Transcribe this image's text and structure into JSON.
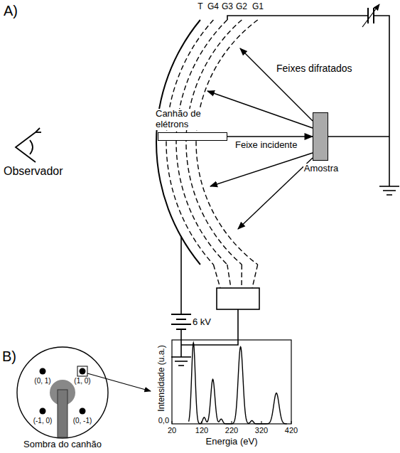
{
  "diagram": {
    "nodes": [
      {
        "text": [
          "Canhão de elétrons"
        ]
      },
      {
        "text": [
          "Amostra"
        ]
      }
    ],
    "edges": [
      {
        "from": 0,
        "to": 1,
        "label": "Feixe incidente",
        "arrow": "to"
      }
    ],
    "labels": [
      "A)",
      "T",
      "G4",
      "G3",
      "G2",
      "G1",
      "Feixes difratados",
      "Observador",
      "6 kV",
      "B)",
      "(0, 1)",
      "(1, 0)",
      "(-1, 0)",
      "(0, -1)",
      "Sombra do canhão",
      "Intensidade (u.a.)",
      "Energia (eV)",
      "0,0",
      "20",
      "120",
      "220",
      "320",
      "420"
    ]
  }
}
